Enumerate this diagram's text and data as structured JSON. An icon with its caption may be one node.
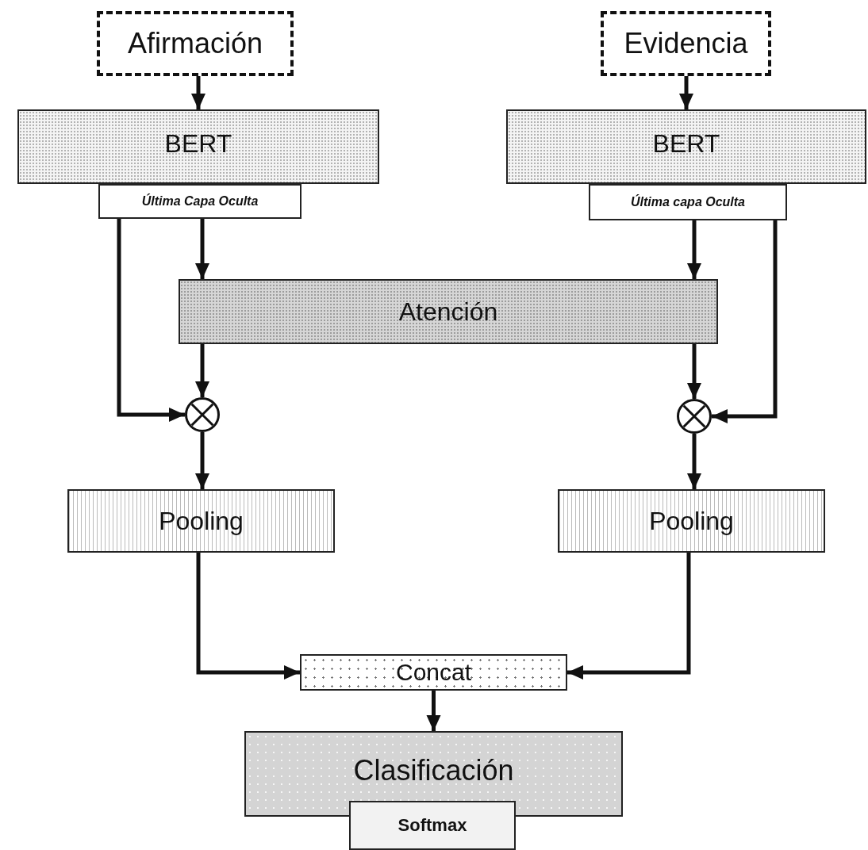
{
  "diagram": {
    "nodes": [
      {
        "text": [
          "Afirmación"
        ]
      },
      {
        "text": [
          "Evidencia"
        ]
      },
      {
        "text": [
          "BERT"
        ]
      },
      {
        "text": [
          "Última Capa Oculta"
        ]
      },
      {
        "text": [
          "BERT"
        ]
      },
      {
        "text": [
          "Última capa Oculta"
        ]
      },
      {
        "text": [
          "Atención"
        ]
      },
      {
        "text": [],
        "shape": "circle"
      },
      {
        "text": [],
        "shape": "circle"
      },
      {
        "text": [
          "Pooling"
        ]
      },
      {
        "text": [
          "Pooling"
        ]
      },
      {
        "text": [
          "Concat"
        ]
      },
      {
        "text": [
          "Clasificación"
        ]
      },
      {
        "text": [
          "Softmax"
        ]
      }
    ],
    "edges": [
      {
        "from": 0,
        "to": 2,
        "arrow": "to"
      },
      {
        "from": 1,
        "to": 4,
        "arrow": "to"
      },
      {
        "from": 3,
        "to": 6,
        "arrow": "to"
      },
      {
        "from": 3,
        "to": 7,
        "arrow": "to"
      },
      {
        "from": 5,
        "to": 6,
        "arrow": "to"
      },
      {
        "from": 5,
        "to": 8,
        "arrow": "to"
      },
      {
        "from": 6,
        "to": 7,
        "arrow": "to"
      },
      {
        "from": 6,
        "to": 8,
        "arrow": "to"
      },
      {
        "from": 7,
        "to": 9,
        "arrow": "to"
      },
      {
        "from": 8,
        "to": 10,
        "arrow": "to"
      },
      {
        "from": 9,
        "to": 11,
        "arrow": "to"
      },
      {
        "from": 10,
        "to": 11,
        "arrow": "to"
      },
      {
        "from": 11,
        "to": 12,
        "arrow": "to"
      }
    ]
  }
}
